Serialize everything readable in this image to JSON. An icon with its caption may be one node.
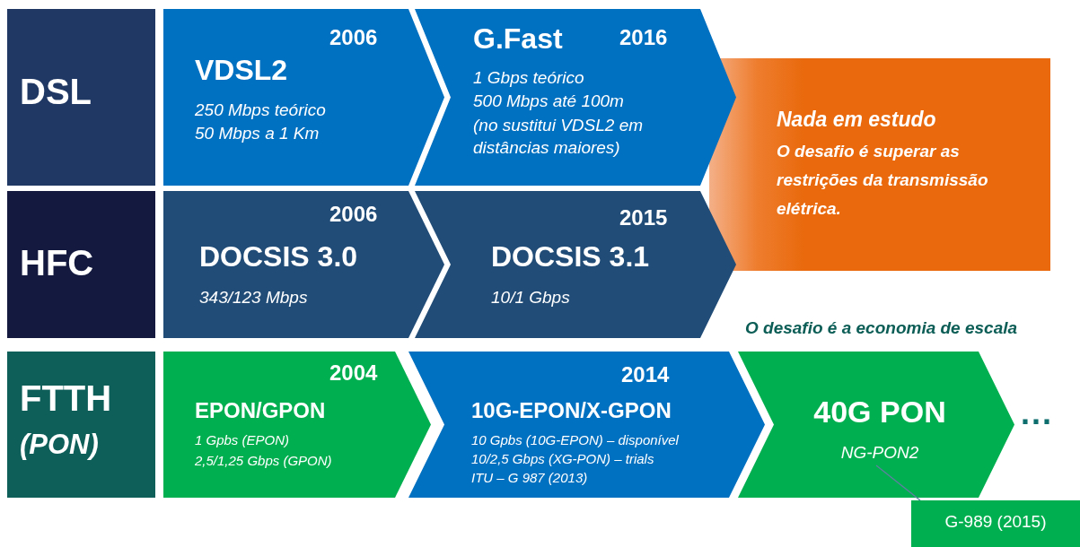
{
  "diagram": {
    "nodes": [
      {
        "text": [
          "DSL"
        ]
      },
      {
        "text": [
          "2006",
          "VDSL2",
          "250 Mbps teórico",
          "50 Mbps a 1 Km"
        ]
      },
      {
        "text": [
          "G.Fast",
          "2016",
          "1 Gbps teórico",
          "500 Mbps até 100m",
          "(no sustitui VDSL2 em distâncias maiores)"
        ]
      },
      {
        "text": [
          "Nada em estudo",
          "O desafio é superar as restrições da transmissão elétrica."
        ]
      },
      {
        "text": [
          "HFC"
        ]
      },
      {
        "text": [
          "2006",
          "DOCSIS 3.0",
          "343/123 Mbps"
        ]
      },
      {
        "text": [
          "2015",
          "DOCSIS 3.1",
          "10/1 Gbps"
        ]
      },
      {
        "text": [
          "FTTH",
          "(PON)"
        ]
      },
      {
        "text": [
          "2004",
          "EPON/GPON",
          "1 Gpbs (EPON)",
          "2,5/1,25 Gbps (GPON)"
        ]
      },
      {
        "text": [
          "2014",
          "10G-EPON/X-GPON",
          "10 Gpbs (10G-EPON) – disponível",
          "10/2,5 Gbps (XG-PON) – trials",
          "ITU – G 987 (2013)"
        ]
      },
      {
        "text": [
          "40G PON",
          "NG-PON2"
        ]
      },
      {
        "text": [
          "G-989 (2015)"
        ]
      }
    ],
    "edges": [
      {
        "from": 11,
        "to": 10,
        "arrow": "none"
      }
    ],
    "labels": [
      "O desafio é a economia de escala",
      "..."
    ]
  }
}
